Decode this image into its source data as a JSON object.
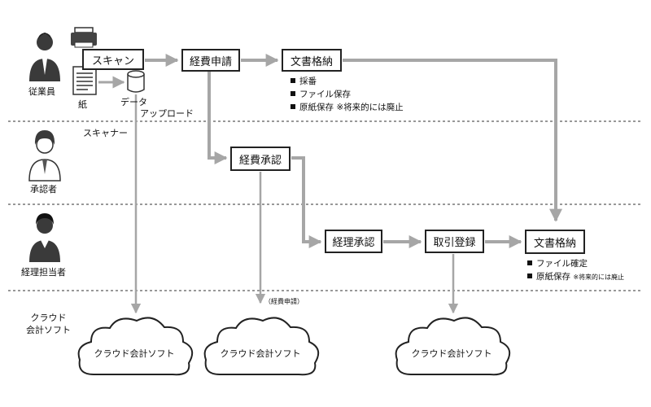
{
  "lanes": [
    {
      "role": "従業員"
    },
    {
      "role": "承認者"
    },
    {
      "role": "経理担当者"
    },
    {
      "role": "クラウド\n会計ソフト"
    }
  ],
  "labels": {
    "scanner": "スキャナー",
    "paper": "紙",
    "data": "データ",
    "upload": "アップロード",
    "expense_note": "（経費申請）"
  },
  "boxes": {
    "scan": "スキャン",
    "expense_request": "経費申請",
    "doc_store_1": "文書格納",
    "expense_approval": "経費承認",
    "accounting_approval": "経理承認",
    "transaction_entry": "取引登録",
    "doc_store_2": "文書格納"
  },
  "doc_store_1_items": [
    {
      "text": "採番",
      "note": ""
    },
    {
      "text": "ファイル保存",
      "note": ""
    },
    {
      "text": "原紙保存",
      "note": "※将来的には廃止"
    }
  ],
  "doc_store_2_items": [
    {
      "text": "ファイル確定",
      "note": ""
    },
    {
      "text": "原紙保存",
      "note": "※将来的には廃止"
    }
  ],
  "clouds": [
    "クラウド会計ソフト",
    "クラウド会計ソフト",
    "クラウド会計ソフト"
  ],
  "colors": {
    "arrow": "#a6a6a6",
    "person": "#3a3a3a",
    "divider": "#777777"
  }
}
